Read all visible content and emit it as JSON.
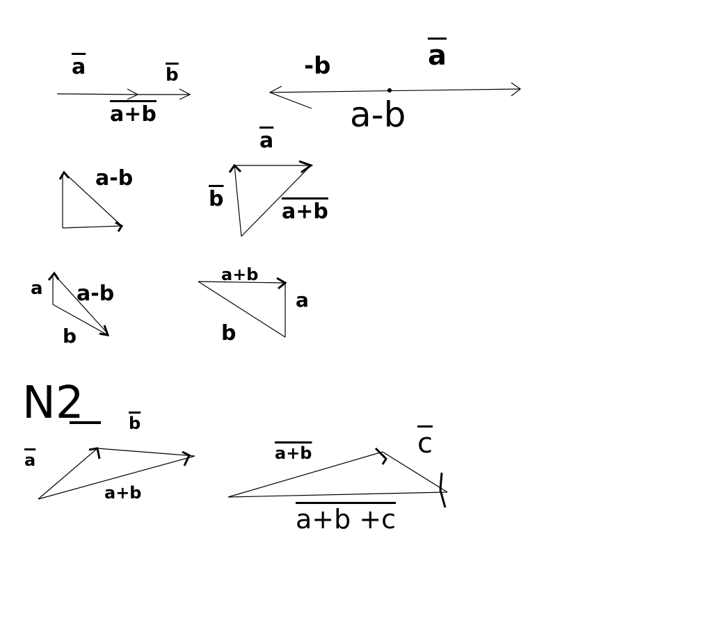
{
  "labels": {
    "top_a": "a",
    "top_b": "b",
    "top_sum": "a+b",
    "top_neg_b": "-b",
    "top_a2": "a",
    "top_diff": "a-b",
    "tri1_diff": "a-b",
    "tri2_a": "a",
    "tri2_b": "b",
    "tri2_sum": "a+b",
    "tri3_a": "a",
    "tri3_diff": "a-b",
    "tri3_b": "b",
    "tri4_sum": "a+b",
    "tri4_a": "a",
    "tri4_b": "b",
    "section": "N2",
    "n2_b": "b",
    "n2_a": "a",
    "n2_sum": "a+b",
    "n2r_sum": "a+b",
    "n2r_c": "c",
    "n2r_total": "a+b +c"
  },
  "colors": {
    "ink": "#000000",
    "background": "#ffffff"
  }
}
